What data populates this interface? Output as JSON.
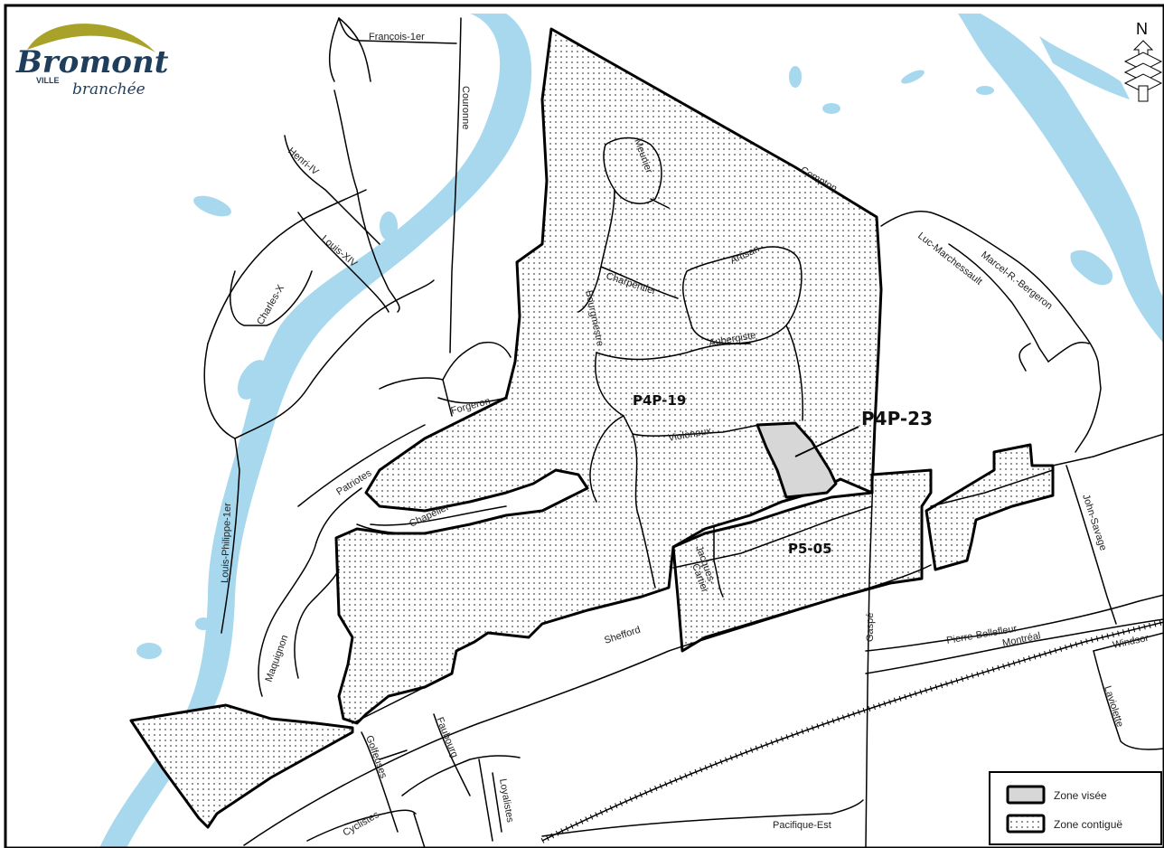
{
  "logo": {
    "name": "Bromont",
    "ville": "VILLE",
    "tagline": "branchée"
  },
  "north": "N",
  "zones": {
    "target": "P4P-23",
    "main": "P4P-19",
    "secondary": "P5-05"
  },
  "legend": {
    "target": "Zone visée",
    "contiguous": "Zone contiguë"
  },
  "streets": {
    "francois": "François-1er",
    "couronne": "Couronne",
    "henri": "Henri-IV",
    "louis14": "Louis-XIV",
    "charles": "Charles-X",
    "louisphilippe": "Louis-Philippe-1er",
    "meunier": "Meunier",
    "compton": "Compton",
    "artisan": "Artisan",
    "charpentier": "Charpentier",
    "bourgmestre": "Bourgmestre",
    "aubergiste": "Aubergiste",
    "forgeron": "Forgeron",
    "patriotes": "Patriotes",
    "chapelier": "Chapelier",
    "violoneux": "Violoneux",
    "jacques": "Jacques-",
    "cartier": "Cartier",
    "shefford": "Shefford",
    "maquignon": "Maquignon",
    "gaspe": "Gaspé",
    "lucmarchessault": "Luc-Marchessault",
    "marcel": "Marcel-R.-Bergeron",
    "johnsavage": "John-Savage",
    "pierre": "Pierre-Bellefleur",
    "montreal": "Montréal",
    "windsor": "Windsor",
    "laviolette": "Laviolette",
    "faubourg": "Faubourg",
    "loyalistes": "Loyalistes",
    "golfeuses": "Golfeuses",
    "cyclistes": "Cyclistes",
    "pacifique": "Pacifique-Est"
  },
  "colors": {
    "water": "#a7d8ee",
    "target_fill": "#d7d7d7",
    "logo_text": "#1f3e5c",
    "logo_accent": "#a9a22a"
  }
}
